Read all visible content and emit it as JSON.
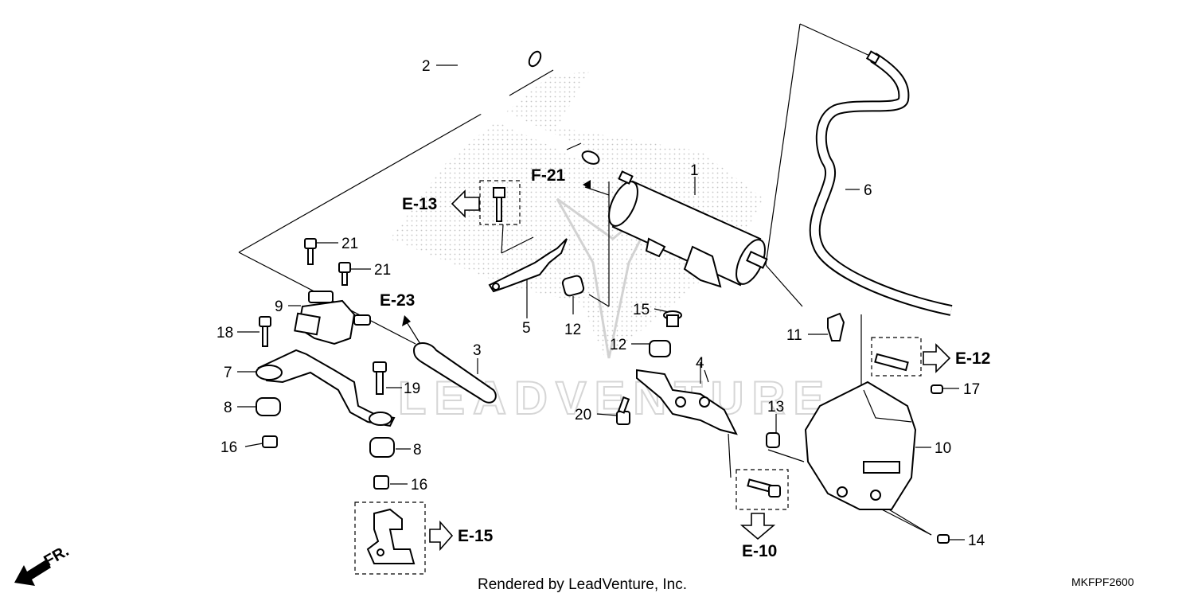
{
  "callouts": {
    "p1": "1",
    "p2": "2",
    "p3": "3",
    "p4": "4",
    "p5": "5",
    "p6": "6",
    "p7": "7",
    "p8a": "8",
    "p8b": "8",
    "p9": "9",
    "p10": "10",
    "p11": "11",
    "p12a": "12",
    "p12b": "12",
    "p13": "13",
    "p14": "14",
    "p15": "15",
    "p16a": "16",
    "p16b": "16",
    "p17": "17",
    "p18": "18",
    "p19": "19",
    "p20": "20",
    "p21a": "21",
    "p21b": "21"
  },
  "references": {
    "f21": "F-21",
    "e13": "E-13",
    "e23": "E-23",
    "e12": "E-12",
    "e15": "E-15",
    "e10": "E-10"
  },
  "direction": "FR.",
  "watermark": "LEADVENTURE",
  "footer": {
    "credit": "Rendered by LeadVenture, Inc.",
    "diagram_code": "MKFPF2600"
  },
  "colors": {
    "line": "#000000",
    "background": "#ffffff",
    "watermark": "#d6d6d6"
  }
}
